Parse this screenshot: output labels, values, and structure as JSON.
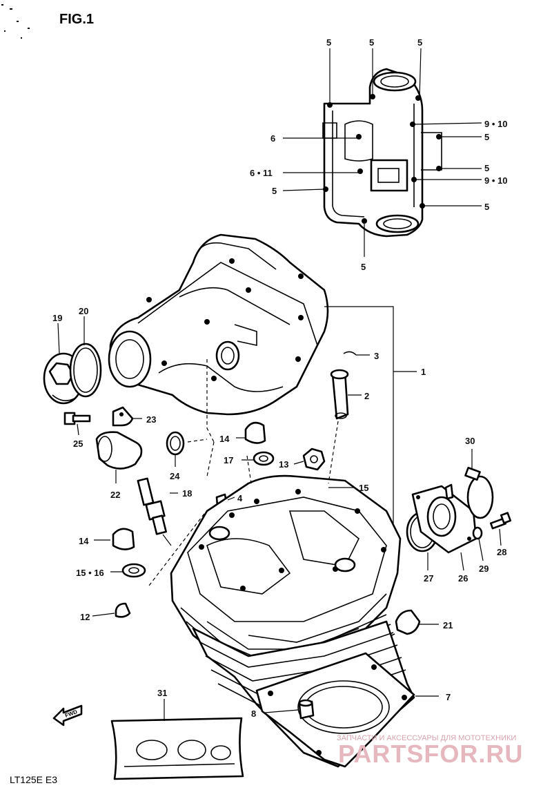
{
  "figure_title": "FIG.1",
  "model_code": "LT125E E3",
  "fwd_mark": "FWD",
  "watermark": {
    "tagline": "ЗАПЧАСТИ И АКСЕССУАРЫ ДЛЯ МОТОТЕХНИКИ",
    "brand": "PARTSFOR.RU"
  },
  "callouts": [
    {
      "id": "c5a",
      "text": "5"
    },
    {
      "id": "c5b",
      "text": "5"
    },
    {
      "id": "c5c",
      "text": "5"
    },
    {
      "id": "c6",
      "text": "6"
    },
    {
      "id": "c611",
      "text": "6 • 11"
    },
    {
      "id": "c5d",
      "text": "5"
    },
    {
      "id": "c910a",
      "text": "9 • 10"
    },
    {
      "id": "c5e",
      "text": "5"
    },
    {
      "id": "c5f",
      "text": "5"
    },
    {
      "id": "c910b",
      "text": "9 • 10"
    },
    {
      "id": "c5g",
      "text": "5"
    },
    {
      "id": "c5h",
      "text": "5"
    },
    {
      "id": "c19",
      "text": "19"
    },
    {
      "id": "c20",
      "text": "20"
    },
    {
      "id": "c3",
      "text": "3"
    },
    {
      "id": "c1",
      "text": "1"
    },
    {
      "id": "c2",
      "text": "2"
    },
    {
      "id": "c23",
      "text": "23"
    },
    {
      "id": "c25",
      "text": "25"
    },
    {
      "id": "c14a",
      "text": "14"
    },
    {
      "id": "c17",
      "text": "17"
    },
    {
      "id": "c13",
      "text": "13"
    },
    {
      "id": "c30",
      "text": "30"
    },
    {
      "id": "c22",
      "text": "22"
    },
    {
      "id": "c24",
      "text": "24"
    },
    {
      "id": "c18",
      "text": "18"
    },
    {
      "id": "c4",
      "text": "4"
    },
    {
      "id": "c15",
      "text": "15"
    },
    {
      "id": "c14b",
      "text": "14"
    },
    {
      "id": "c28",
      "text": "28"
    },
    {
      "id": "c1516",
      "text": "15 • 16"
    },
    {
      "id": "c27",
      "text": "27"
    },
    {
      "id": "c26",
      "text": "26"
    },
    {
      "id": "c29",
      "text": "29"
    },
    {
      "id": "c12",
      "text": "12"
    },
    {
      "id": "c21",
      "text": "21"
    },
    {
      "id": "c31",
      "text": "31"
    },
    {
      "id": "c7",
      "text": "7"
    },
    {
      "id": "c8",
      "text": "8"
    }
  ]
}
